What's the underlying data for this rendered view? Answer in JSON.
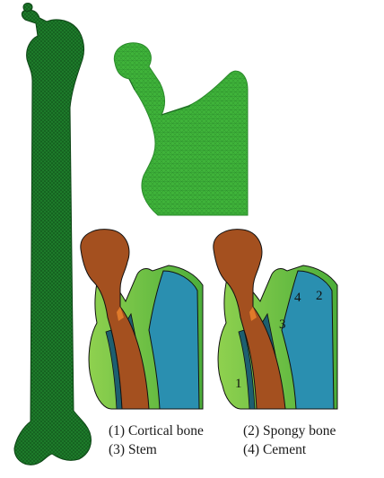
{
  "markers": {
    "m1": "1",
    "m2": "2",
    "m3": "3",
    "m4": "4"
  },
  "legend": [
    [
      "(1) Cortical bone",
      "(2) Spongy bone"
    ],
    [
      "(3) Stem",
      "(4) Cement"
    ]
  ],
  "colors": {
    "mesh_green": "#1f8a2e",
    "mesh_dark": "#145e1f",
    "bright_green": "#58b83c",
    "cortical": "#6cc444",
    "spongy": "#2a8fb0",
    "spongy_dark": "#1d5f70",
    "stem": "#a4501f",
    "cement": "#e07a2a"
  },
  "icons": [
    "femur-mesh-full",
    "proximal-femur-mesh",
    "implanted-section",
    "implanted-section-labelled"
  ]
}
